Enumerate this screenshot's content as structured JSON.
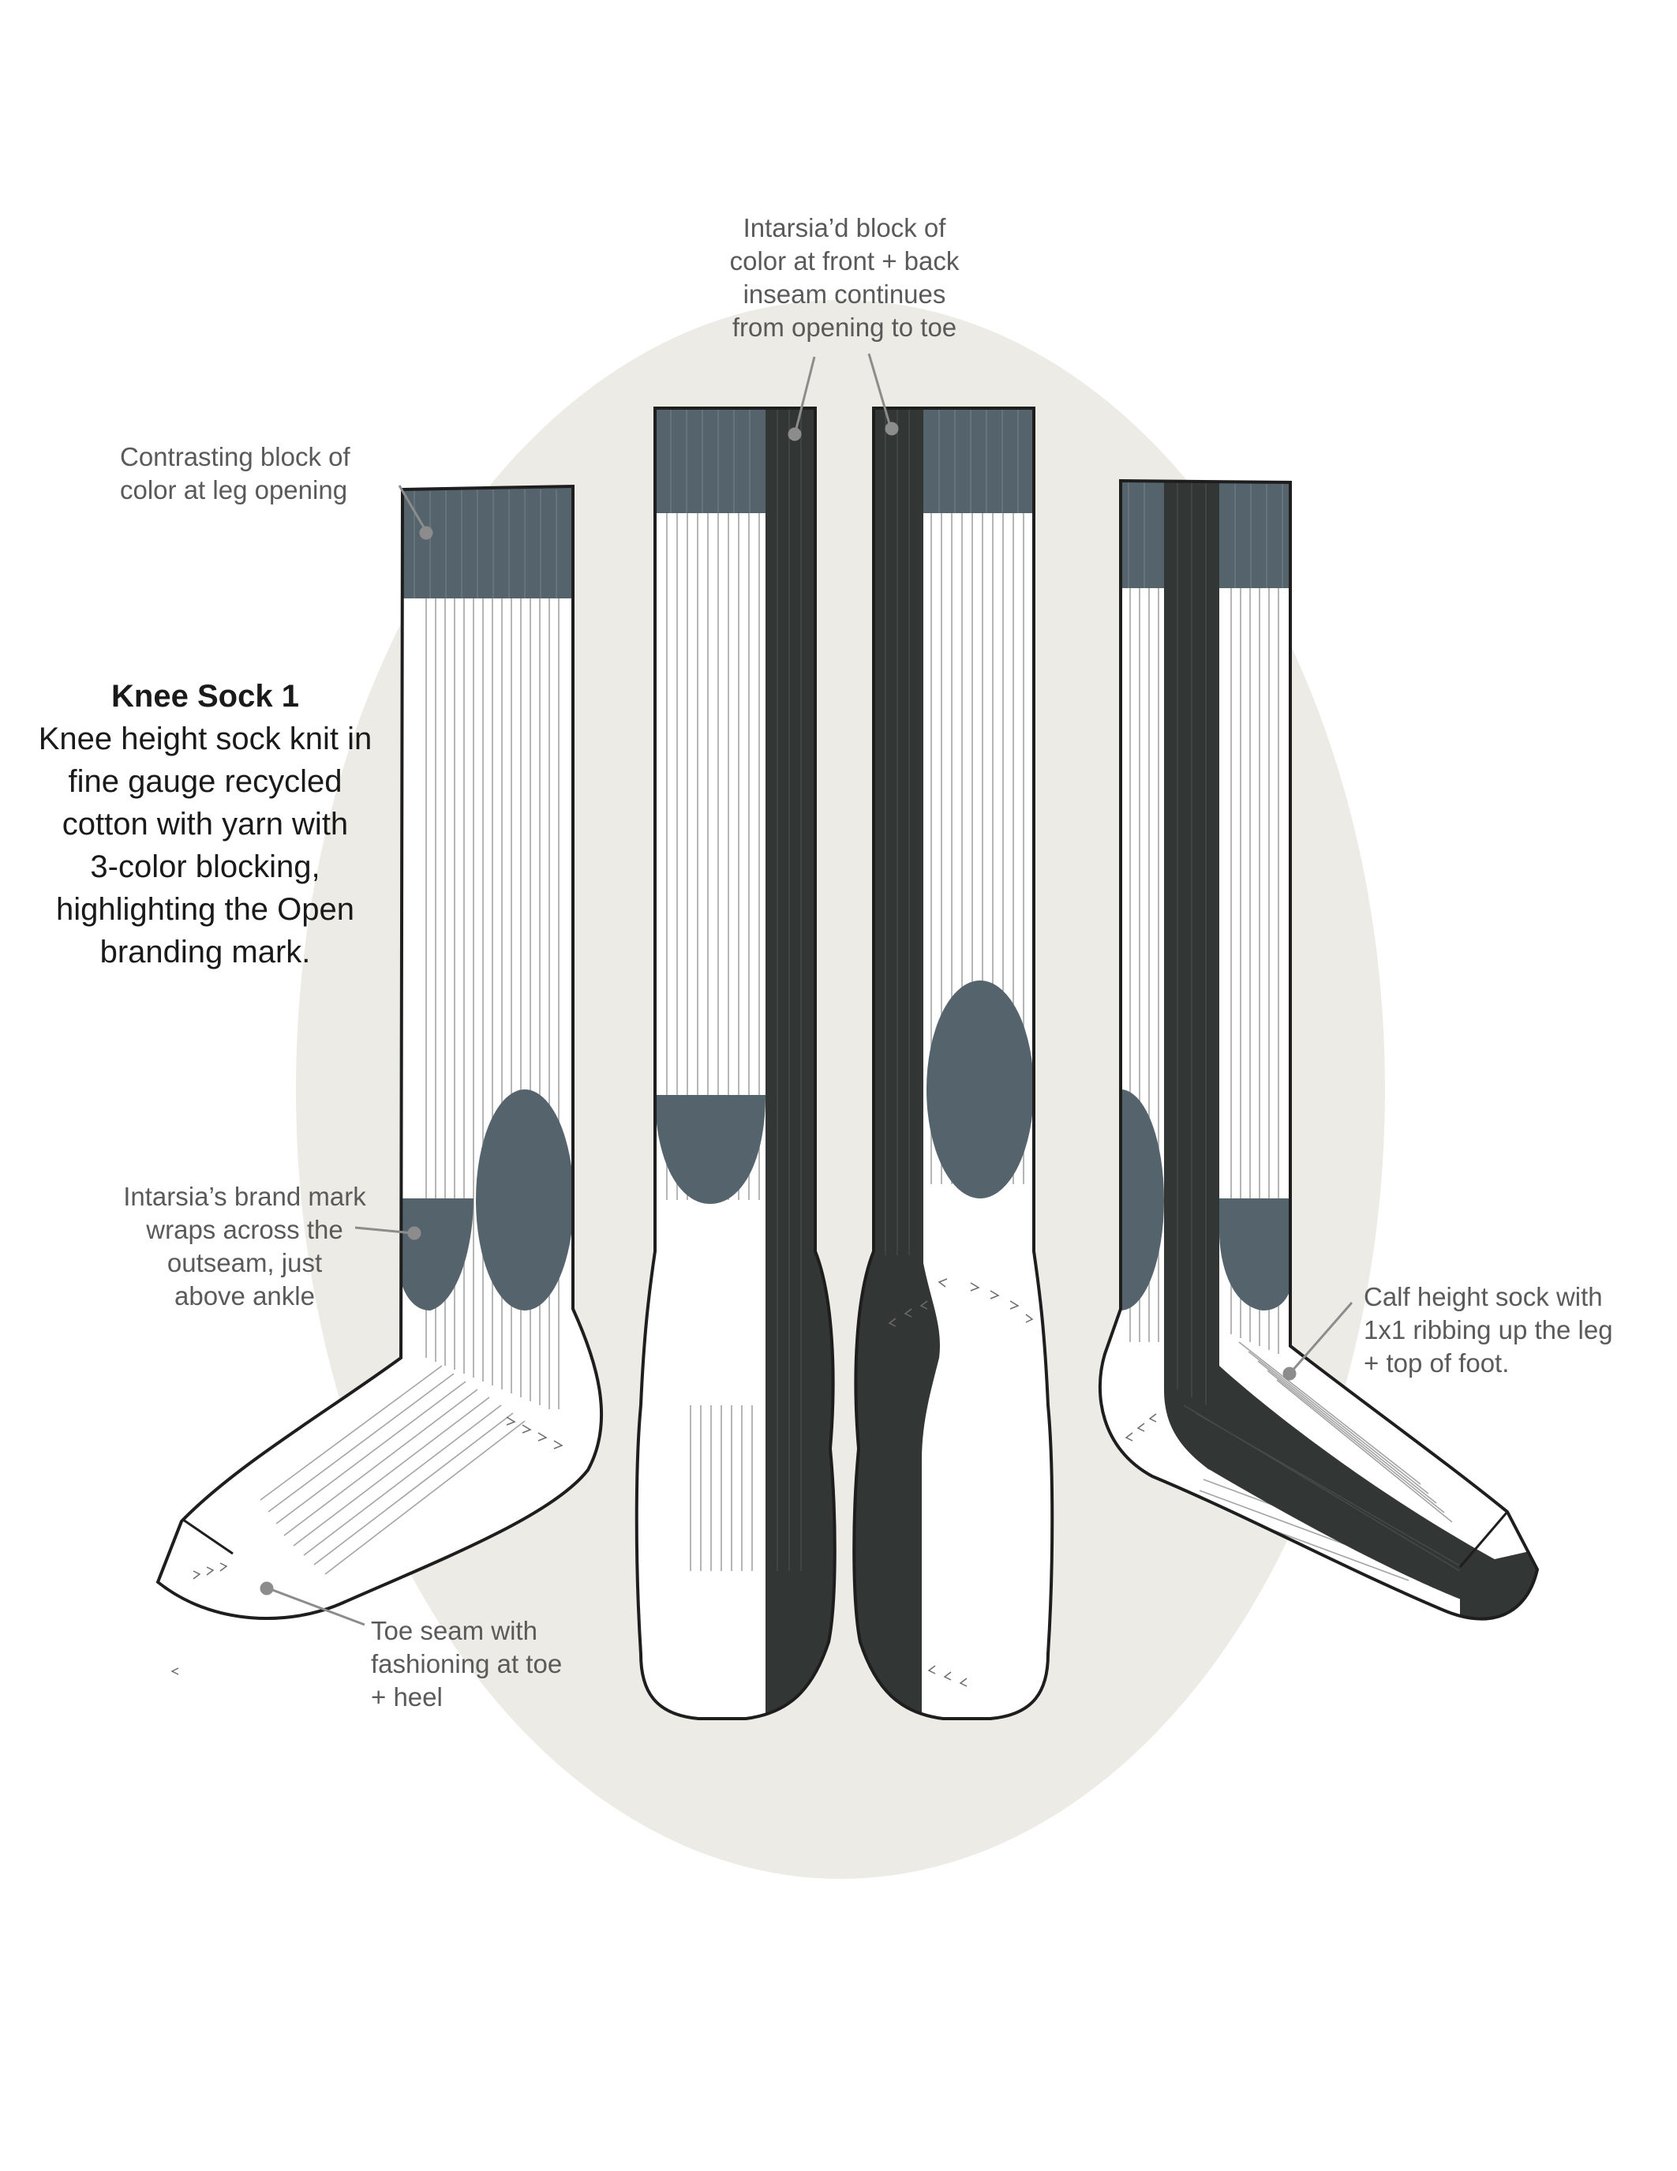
{
  "colors": {
    "oval": "#ecebe5",
    "slate": "#55646c",
    "charcoal": "#323634",
    "outline": "#1e1e1e",
    "rib": "#9a9a9a",
    "callout": "#8c8c8c"
  },
  "product": {
    "title": "Knee Sock 1",
    "description": "Knee height sock knit in\nfine gauge recycled\ncotton with yarn with\n3-color blocking,\nhighlighting the Open\nbranding mark."
  },
  "annotations": {
    "leg_opening": "Contrasting block of\ncolor at leg opening",
    "inseam": "Intarsia’d block of\ncolor at front + back\ninseam continues\nfrom opening to toe",
    "brand_mark": "Intarsia’s brand mark\nwraps across the\noutseam, just\nabove ankle",
    "toe_seam": "Toe seam with\nfashioning at toe\n+ heel",
    "calf_ribbing": "Calf height sock with\n1x1 ribbing up the leg\n+ top of foot."
  }
}
